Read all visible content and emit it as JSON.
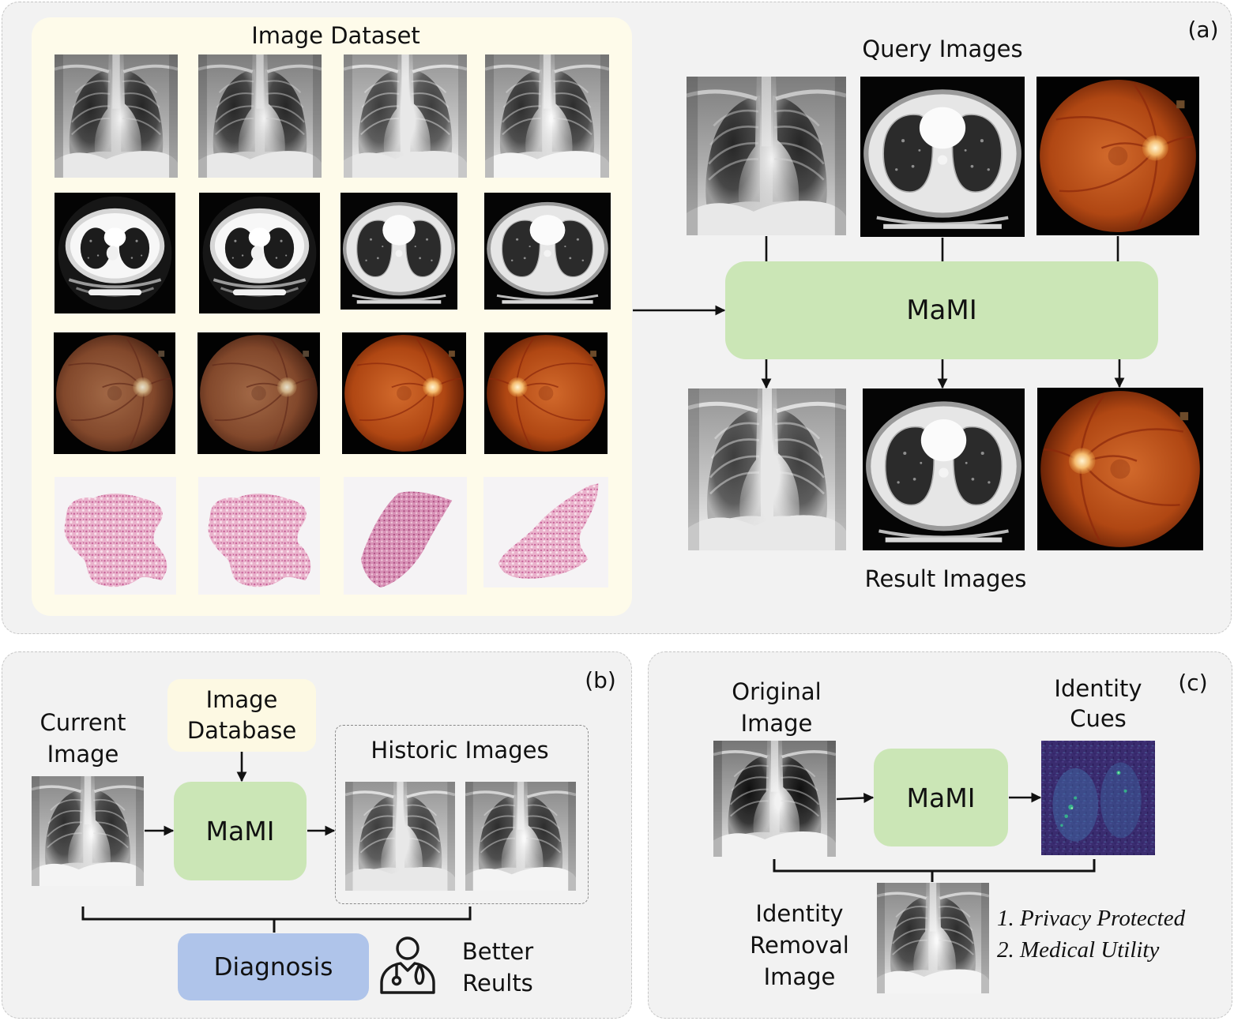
{
  "panel_a": {
    "label": "(a)",
    "dataset_title": "Image Dataset",
    "query_title": "Query Images",
    "model": "MaMI",
    "result_title": "Result Images"
  },
  "panel_b": {
    "label": "(b)",
    "current_image": "Current\nImage",
    "database": "Image\nDatabase",
    "historic_title": "Historic Images",
    "model": "MaMI",
    "diagnosis": "Diagnosis",
    "outcome": "Better\nReults"
  },
  "panel_c": {
    "label": "(c)",
    "original_image": "Original\nImage",
    "model": "MaMI",
    "identity_cues": "Identity\nCues",
    "removal_image": "Identity\nRemoval\nImage",
    "properties": [
      "1. Privacy Protected",
      "2. Medical Utility"
    ]
  },
  "colors": {
    "panel_bg": "#f2f2f2",
    "dataset_bg": "#fefbea",
    "database_bg": "#fdf9e3",
    "model_bg": "#cbe6b6",
    "diagnosis_bg": "#afc4ea"
  }
}
